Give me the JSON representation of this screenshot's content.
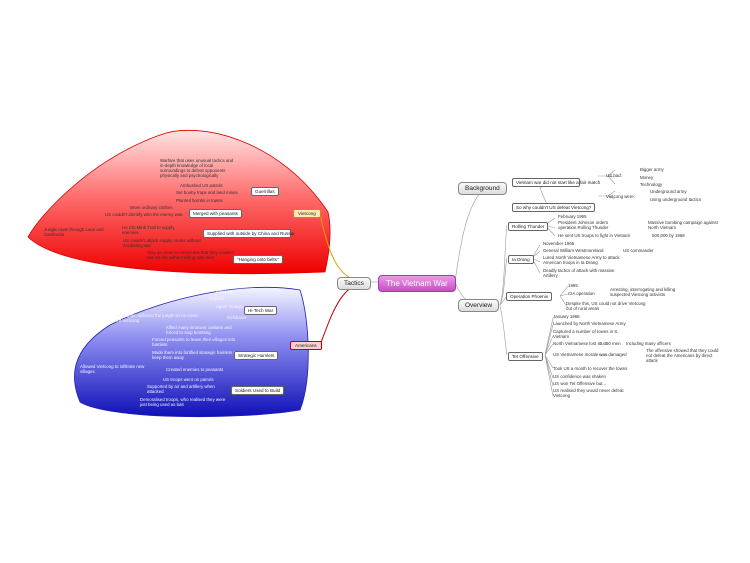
{
  "center": {
    "label": "The Vietnam War"
  },
  "tactics": {
    "label": "Tactics"
  },
  "background": {
    "label": "Background"
  },
  "overview": {
    "label": "Overview"
  },
  "vietcong": {
    "label": "Vietcong",
    "guerrilla": {
      "label": "Guerrillas",
      "desc": "Warfare that uses unusual tactics and in-depth knowledge of local surroundings to defeat opponents physically and psychologically",
      "ambushed": "Ambushed US patrols",
      "booby": "Set booby traps and land mines",
      "planted": "Planted bombs in towns"
    },
    "peasants": {
      "label": "Merged with peasants",
      "wore": "Wore ordinary clothes",
      "identify": "US couldn't identify who the enemy was"
    },
    "supplied": {
      "label": "Supplied with outside by China and Russia",
      "trail": "Ho Chi Minh Trail to supply enemies",
      "jungle": "Jungle route through Laos and Cambodia",
      "cut": "US couldn't attack supply routes without escalating war"
    },
    "hanging": {
      "label": "\"Hanging onto belts\"",
      "desc": "Stay as close to Americans that they couldn't use air-fire without killing own men"
    }
  },
  "americans": {
    "label": "Americans",
    "hitech": {
      "label": "Hi-Tech War",
      "a": "Bombing",
      "b": "Napalm",
      "c": "Agent Orange",
      "d": "Defoliants",
      "deforest": "Helicopter, deforest the jungle so no cover for Vietcong",
      "killed": "Killed many innocent civilians and forced to stop bombing"
    },
    "hamlets": {
      "label": "Strategic Hamlets",
      "peasants": "Forced peasants to leave their villages into hamlets",
      "made": "Made them into fortified strategic hamlets to keep them away",
      "move": "Allowed Vietcong to infiltrate new villages",
      "created": "Created enemies to peasants"
    },
    "soldiers": {
      "label": "Soldiers Used to Build",
      "patrols": "US troops went on patrols",
      "air": "Supported by air and artillery when attacked",
      "demoralised": "Demoralised troops, who realised they were just being used as bait"
    }
  },
  "bg": {
    "divided": "Vietnam war did not start like a fair match",
    "ushad": "US had:",
    "bigger": "Bigger army",
    "money": "Money",
    "technology": "Technology",
    "vietcong": "Vietcong were:",
    "underground": "Underground army",
    "guerrilla": "Using underground tactics",
    "question": "So why couldn't US defeat Vietcong?"
  },
  "ov": {
    "rolling": {
      "label": "Rolling Thunder",
      "date": "February 1965",
      "president": "President Johnson orders operation Rolling Thunder",
      "mass": "Massive bombing campaign against North Vietnam",
      "troops": "He sent US troops to fight in Vietnam",
      "count": "500,000 by 1968"
    },
    "iadrang": {
      "label": "Ia Drang",
      "date": "November 1965",
      "general": "General William Westmoreland",
      "uscmd": "US commander",
      "drew": "Lured North Vietnamese Army to attack American troops in Ia Drang",
      "deadly": "Deadly tactics of attack with massive Artillery"
    },
    "phoenix": {
      "label": "Operation Phoenix",
      "date": "1965",
      "cia": "CIA operation",
      "arresting": "Arresting, interrogating and killing suspected Vietcong activists",
      "despite": "Despite this, US could not drive Vietcong out of rural areas"
    },
    "tet": {
      "label": "Tet Offensive",
      "date": "January 1968",
      "launched": "Launched by North Vietnamese Army",
      "captured": "Captured a number of towns in S. Vietnam",
      "counter": "North Vietnamese lost 40,000 men",
      "including": "Including many officers",
      "damaged": "US Vietnamese morale was damaged",
      "showed": "The offensive showed that they could not defeat the Americans by direct attack",
      "took": "Took US a month to recover the towns",
      "confidence": "US confidence was shaken",
      "lost": "US won Tet Offensive but...",
      "realised": "US realised they would never defeat Vietcong"
    }
  }
}
